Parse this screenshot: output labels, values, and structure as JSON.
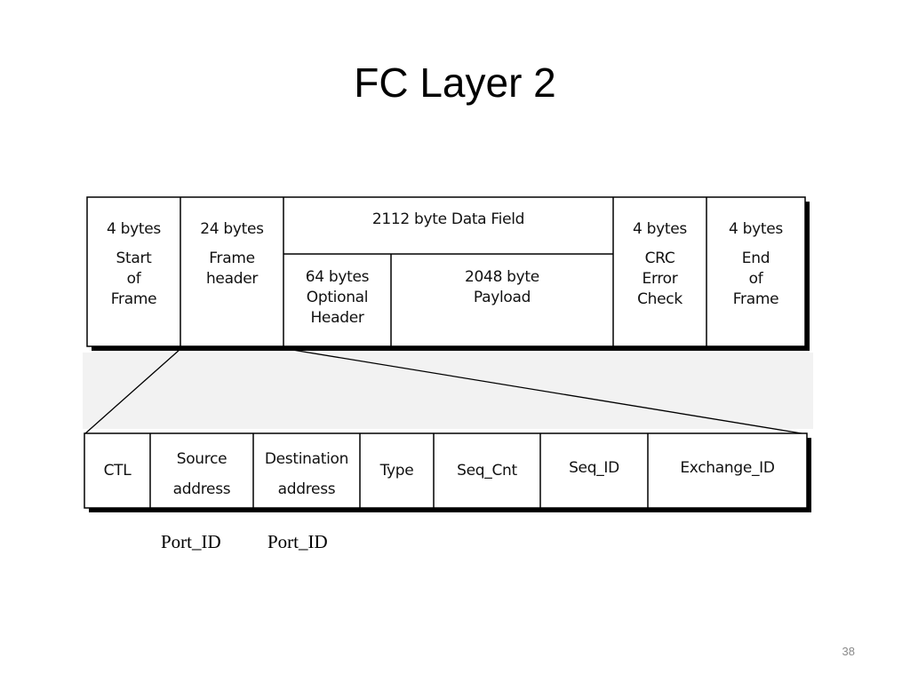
{
  "title": "FC Layer 2",
  "frame": {
    "sof": {
      "size": "4 bytes",
      "name_lines": [
        "Start",
        "of",
        "Frame"
      ]
    },
    "header": {
      "size": "24 bytes",
      "name_lines": [
        "Frame",
        "header"
      ]
    },
    "data_field": {
      "label": "2112 byte Data Field",
      "optional_header_lines": [
        "64 bytes",
        "Optional",
        "Header"
      ],
      "payload_lines": [
        "2048 byte",
        "Payload"
      ]
    },
    "crc": {
      "size": "4 bytes",
      "name_lines": [
        "CRC",
        "Error",
        "Check"
      ]
    },
    "eof": {
      "size": "4 bytes",
      "name_lines": [
        "End",
        "of",
        "Frame"
      ]
    }
  },
  "header_fields": [
    {
      "lines": [
        "CTL"
      ]
    },
    {
      "lines": [
        "Source",
        "address"
      ]
    },
    {
      "lines": [
        "Destination",
        "address"
      ]
    },
    {
      "lines": [
        "Type"
      ]
    },
    {
      "lines": [
        "Seq_Cnt"
      ]
    },
    {
      "lines": [
        "Seq_ID"
      ]
    },
    {
      "lines": [
        "Exchange_ID"
      ]
    }
  ],
  "port_labels": [
    "Port_ID",
    "Port_ID"
  ],
  "page_number": "38"
}
